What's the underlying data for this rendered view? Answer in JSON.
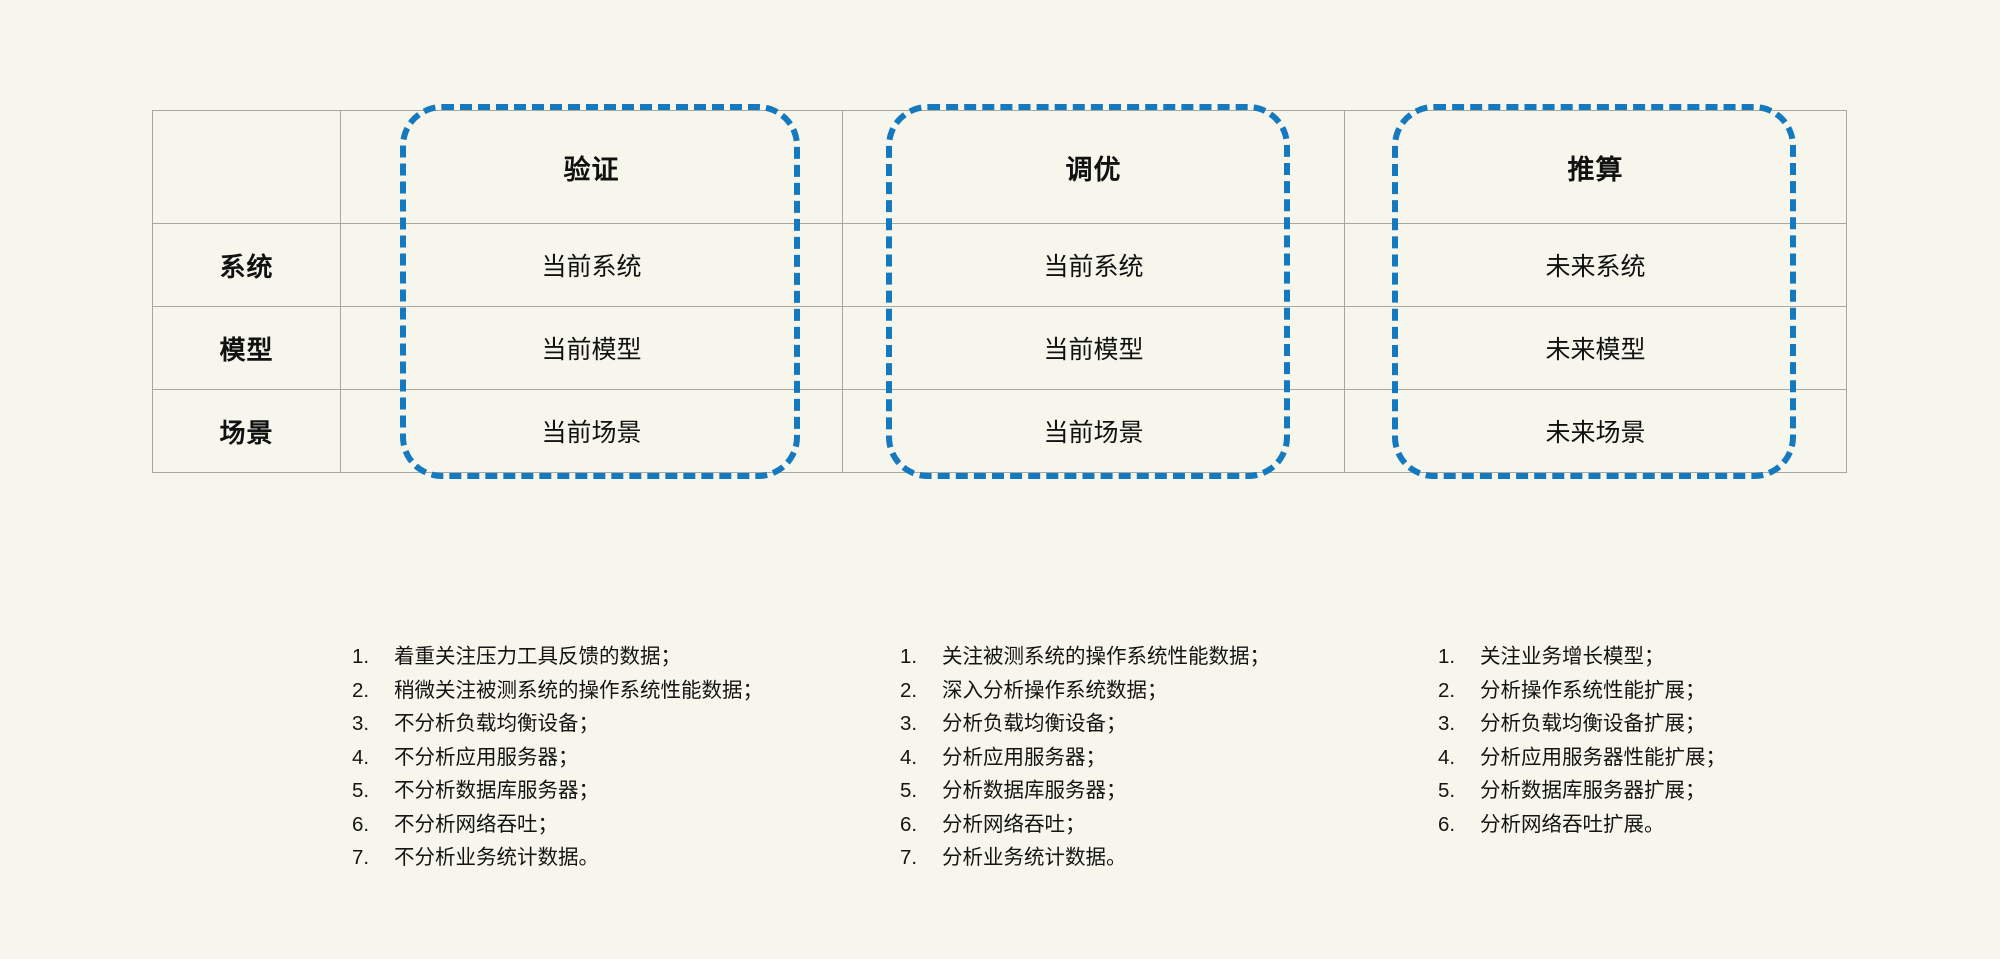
{
  "background_color": "#f7f6ec",
  "accent_color": "#1479be",
  "table_border_color": "#a8a89c",
  "matrix": {
    "corner_label": "",
    "column_headers": [
      "验证",
      "调优",
      "推算"
    ],
    "row_headers": [
      "系统",
      "模型",
      "场景"
    ],
    "rows": [
      {
        "label": "系统",
        "cells": [
          "当前系统",
          "当前系统",
          "未来系统"
        ]
      },
      {
        "label": "模型",
        "cells": [
          "当前模型",
          "当前模型",
          "未来模型"
        ]
      },
      {
        "label": "场景",
        "cells": [
          "当前场景",
          "当前场景",
          "未来场景"
        ]
      }
    ]
  },
  "highlight_boxes": [
    {
      "name": "验证",
      "style": "dashed",
      "color": "#1479be"
    },
    {
      "name": "调优",
      "style": "dashed",
      "color": "#1479be"
    },
    {
      "name": "推算",
      "style": "dashed",
      "color": "#1479be"
    }
  ],
  "notes": [
    {
      "column": "验证",
      "items": [
        {
          "num": "1.",
          "text": "着重关注压力工具反馈的数据；"
        },
        {
          "num": "2.",
          "text": "稍微关注被测系统的操作系统性能数据；"
        },
        {
          "num": "3.",
          "text": "不分析负载均衡设备；"
        },
        {
          "num": "4.",
          "text": "不分析应用服务器；"
        },
        {
          "num": "5.",
          "text": "不分析数据库服务器；"
        },
        {
          "num": "6.",
          "text": "不分析网络吞吐；"
        },
        {
          "num": "7.",
          "text": "不分析业务统计数据。"
        }
      ]
    },
    {
      "column": "调优",
      "items": [
        {
          "num": "1.",
          "text": "关注被测系统的操作系统性能数据；"
        },
        {
          "num": "2.",
          "text": "深入分析操作系统数据；"
        },
        {
          "num": "3.",
          "text": "分析负载均衡设备；"
        },
        {
          "num": "4.",
          "text": "分析应用服务器；"
        },
        {
          "num": "5.",
          "text": "分析数据库服务器；"
        },
        {
          "num": "6.",
          "text": "分析网络吞吐；"
        },
        {
          "num": "7.",
          "text": "分析业务统计数据。"
        }
      ]
    },
    {
      "column": "推算",
      "items": [
        {
          "num": "1.",
          "text": "关注业务增长模型；"
        },
        {
          "num": "2.",
          "text": "分析操作系统性能扩展；"
        },
        {
          "num": "3.",
          "text": "分析负载均衡设备扩展；"
        },
        {
          "num": "4.",
          "text": "分析应用服务器性能扩展；"
        },
        {
          "num": "5.",
          "text": "分析数据库服务器扩展；"
        },
        {
          "num": "6.",
          "text": "分析网络吞吐扩展。"
        }
      ]
    }
  ]
}
